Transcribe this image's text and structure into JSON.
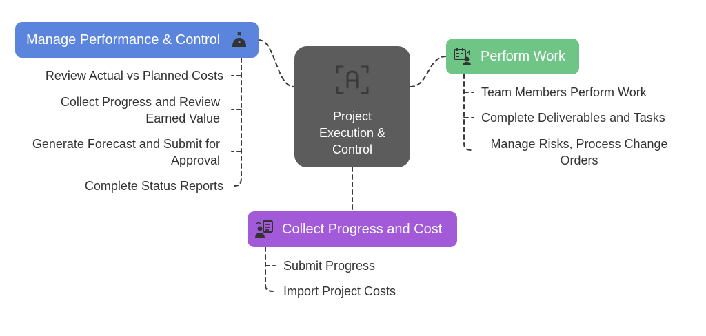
{
  "center": {
    "label": "Project\nExecution &\nControl",
    "icon": "scan-a-icon"
  },
  "branches": [
    {
      "id": "manage",
      "title": "Manage Performance & Control",
      "color": "#5b84dd",
      "icon": "touch-hand-icon",
      "items": [
        "Review Actual vs Planned Costs",
        "Collect Progress and Review\nEarned Value",
        "Generate Forecast and Submit for\nApproval",
        "Complete Status Reports"
      ]
    },
    {
      "id": "perform",
      "title": "Perform Work",
      "color": "#6ec585",
      "icon": "calendar-worker-icon",
      "items": [
        "Team Members Perform Work",
        "Complete Deliverables and Tasks",
        "Manage Risks, Process Change\nOrders"
      ]
    },
    {
      "id": "collect",
      "title": "Collect Progress and Cost",
      "color": "#a25ad9",
      "icon": "clipboard-person-icon",
      "items": [
        "Submit Progress",
        "Import Project Costs"
      ]
    }
  ]
}
